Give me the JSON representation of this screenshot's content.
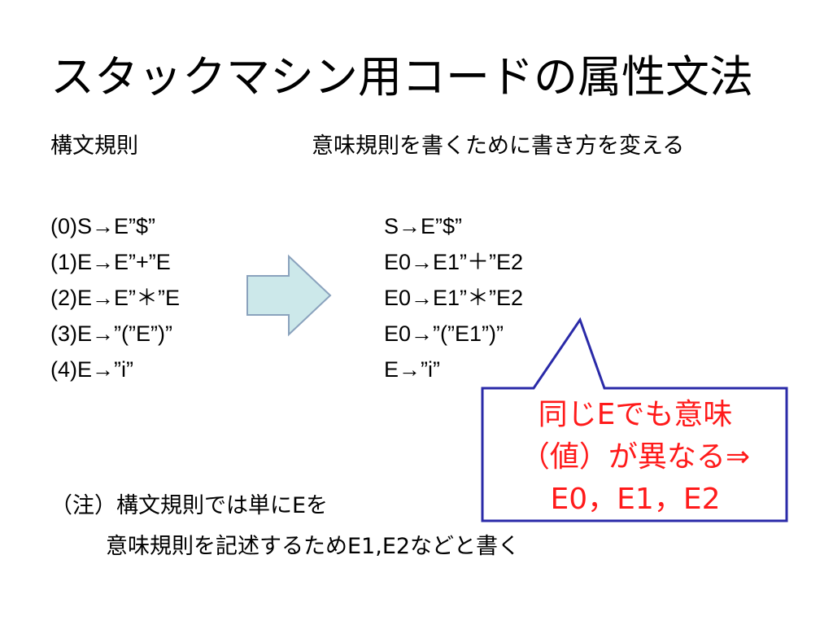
{
  "slide": {
    "title": "スタックマシン用コードの属性文法",
    "left_heading": "構文規則",
    "right_heading": "意味規則を書くために書き方を変える",
    "left_rules": [
      "(0)S→E”$”",
      "(1)E→E”+”E",
      "(2)E→E”＊”E",
      "(3)E→”(”E”)”",
      "(4)E→”i”"
    ],
    "right_rules": [
      "S→E”$”",
      "E0→E1”＋”E2",
      "E0→E1”＊”E2",
      "E0→”(”E1”)”",
      "E→”i”"
    ],
    "callout": {
      "lines": [
        "同じEでも意味",
        "（値）が異なる⇒",
        "E0，E1，E2"
      ]
    },
    "note": {
      "line1": "（注）構文規則では単にEを",
      "line2": "意味規則を記述するためE1,E2などと書く"
    }
  },
  "colors": {
    "arrow_fill": "#cce8ea",
    "arrow_stroke": "#8aa2bd",
    "callout_border": "#2a2aa8",
    "callout_text": "#ff1a1a"
  },
  "icons": {
    "transform_arrow": "right-arrow-icon"
  }
}
